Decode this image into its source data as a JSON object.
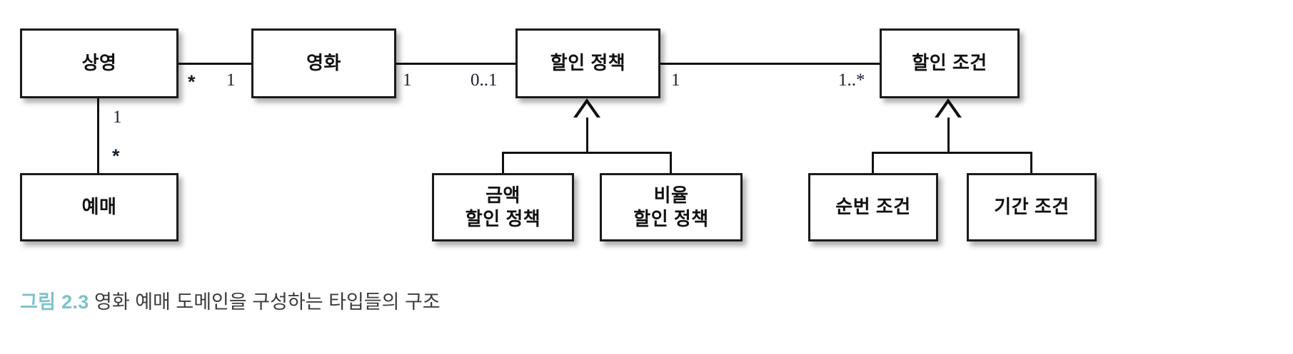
{
  "figure": {
    "caption_number": "그림 2.3",
    "caption_text": "영화 예매 도메인을 구성하는 타입들의 구조",
    "caption_number_color": "#7ec2c8",
    "caption_text_color": "#3c3c3c",
    "diagram_type": "UML class diagram",
    "stroke_color": "#111111",
    "fill_color": "#ffffff"
  },
  "classes": [
    {
      "id": "screening",
      "label": "상영"
    },
    {
      "id": "movie",
      "label": "영화"
    },
    {
      "id": "discount-policy",
      "label": "할인 정책"
    },
    {
      "id": "discount-condition",
      "label": "할인 조건"
    },
    {
      "id": "reservation",
      "label": "예매"
    },
    {
      "id": "amount-discount-policy",
      "label": "금액\n할인 정책"
    },
    {
      "id": "percent-discount-policy",
      "label": "비율\n할인 정책"
    },
    {
      "id": "sequence-condition",
      "label": "순번 조건"
    },
    {
      "id": "period-condition",
      "label": "기간 조건"
    }
  ],
  "associations": [
    {
      "from": "screening",
      "to": "movie",
      "from_mult": "*",
      "to_mult": "1"
    },
    {
      "from": "movie",
      "to": "discount-policy",
      "from_mult": "1",
      "to_mult": "0..1"
    },
    {
      "from": "discount-policy",
      "to": "discount-condition",
      "from_mult": "1",
      "to_mult": "1..*"
    },
    {
      "from": "screening",
      "to": "reservation",
      "from_mult": "1",
      "to_mult": "*"
    }
  ],
  "generalizations": [
    {
      "parent": "discount-policy",
      "children": [
        "amount-discount-policy",
        "percent-discount-policy"
      ]
    },
    {
      "parent": "discount-condition",
      "children": [
        "sequence-condition",
        "period-condition"
      ]
    }
  ],
  "multiplicity_labels": {
    "screening_movie_left": "*",
    "screening_movie_right": "1",
    "movie_policy_left": "1",
    "movie_policy_right": "0..1",
    "policy_condition_left": "1",
    "policy_condition_right": "1..*",
    "screening_reservation_top": "1",
    "screening_reservation_bottom": "*"
  }
}
